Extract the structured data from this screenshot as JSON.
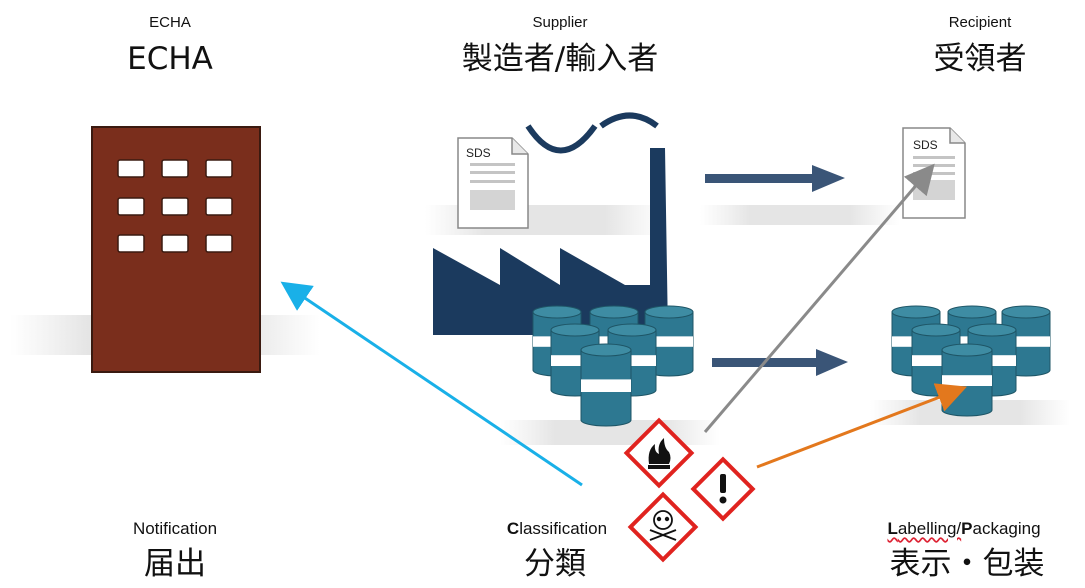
{
  "columns": {
    "echa": {
      "small": "ECHA",
      "large": "ECHA"
    },
    "supplier": {
      "small": "Supplier",
      "large": "製造者/輸入者"
    },
    "recipient": {
      "small": "Recipient",
      "large": "受領者"
    }
  },
  "bottom": {
    "notification": {
      "en": "Notification",
      "ja": "届出"
    },
    "classification": {
      "en_bold": "C",
      "en_rest": "lassification",
      "ja": "分類"
    },
    "labelling": {
      "en_l": "L",
      "en_mid": "abelling/",
      "en_p": "P",
      "en_rest": "ackaging",
      "ja": "表示・包装"
    }
  },
  "documents": {
    "sds_label": "SDS"
  },
  "colors": {
    "building": "#7a2e1c",
    "factory": "#1b3a5e",
    "drum": "#2d7891",
    "arrow_dark": "#3a5577",
    "arrow_notification": "#19b0e8",
    "arrow_sds": "#8a8a8a",
    "arrow_label": "#e3781d",
    "hazard_border": "#e0231f"
  },
  "icons": [
    "building-icon",
    "factory-icon",
    "document-icon",
    "drum-icon",
    "flame-pictogram",
    "exclamation-pictogram",
    "skull-pictogram"
  ]
}
